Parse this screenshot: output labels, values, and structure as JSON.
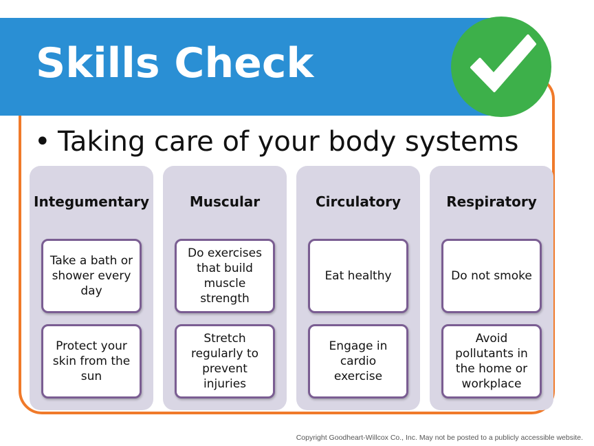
{
  "slide": {
    "title": "Skills Check",
    "bullet": "Taking care of your body systems",
    "bullet_marker": "•",
    "check_icon": "checkmark-icon",
    "colors": {
      "title_bar": "#2a8fd4",
      "frame": "#f07a2a",
      "badge": "#3db04a",
      "column_bg": "#d9d6e4",
      "card_border": "#7a5d92"
    }
  },
  "columns": [
    {
      "title": "Integumentary",
      "cards": [
        "Take a bath or shower every day",
        "Protect your skin from the sun"
      ]
    },
    {
      "title": "Muscular",
      "cards": [
        "Do exercises that build muscle strength",
        "Stretch regularly to prevent injuries"
      ]
    },
    {
      "title": "Circulatory",
      "cards": [
        "Eat healthy",
        "Engage in cardio exercise"
      ]
    },
    {
      "title": "Respiratory",
      "cards": [
        "Do not smoke",
        "Avoid pollutants in the home or workplace"
      ]
    }
  ],
  "footer": "Copyright Goodheart-Willcox Co., Inc.  May not be posted to a publicly accessible website."
}
